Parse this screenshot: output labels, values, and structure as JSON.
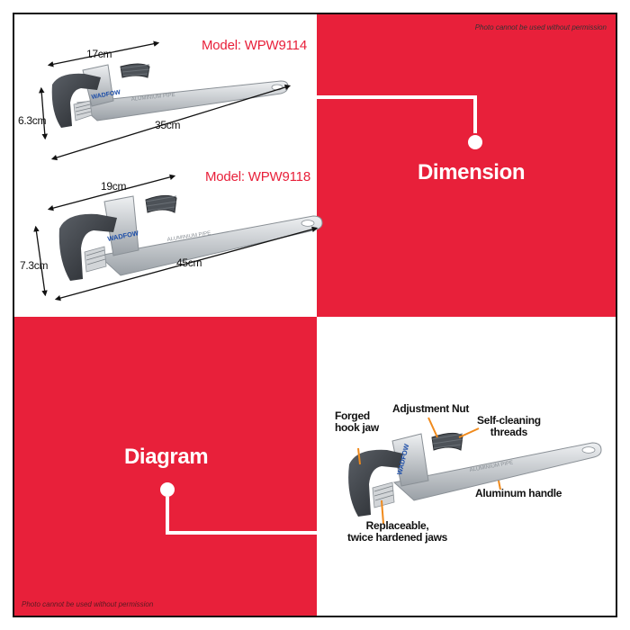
{
  "notices": {
    "top": "Photo cannot be used without permission",
    "bottom": "Photo cannot be used without permission"
  },
  "dimension": {
    "title": "Dimension",
    "model_a": {
      "label": "Model: WPW9114",
      "jaw": "17cm",
      "height": "6.3cm",
      "length": "35cm"
    },
    "model_b": {
      "label": "Model: WPW9118",
      "jaw": "19cm",
      "height": "7.3cm",
      "length": "45cm"
    }
  },
  "diagram": {
    "title": "Diagram",
    "callouts": {
      "hook_jaw": "Forged\nhook jaw",
      "adjust_nut": "Adjustment Nut",
      "self_clean": "Self-cleaning\nthreads",
      "handle": "Aluminum handle",
      "jaws": "Replaceable,\ntwice hardened jaws"
    }
  },
  "brand": "WADFOW",
  "colors": {
    "red": "#e8203a",
    "white": "#ffffff",
    "black": "#111111",
    "silver": "#c9ccd0"
  }
}
